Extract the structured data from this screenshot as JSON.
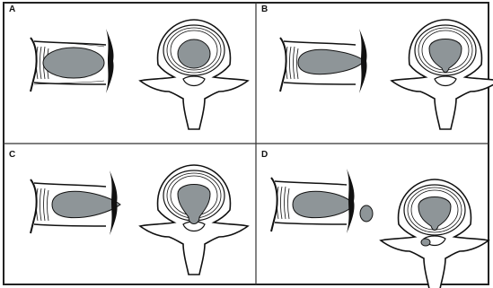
{
  "panels": [
    {
      "label": "A"
    },
    {
      "label": "B"
    },
    {
      "label": "C"
    },
    {
      "label": "D"
    }
  ],
  "colors": {
    "stroke": "#111111",
    "nucleus_fill": "#8e9598",
    "background": "#ffffff",
    "frame": "#222222"
  }
}
